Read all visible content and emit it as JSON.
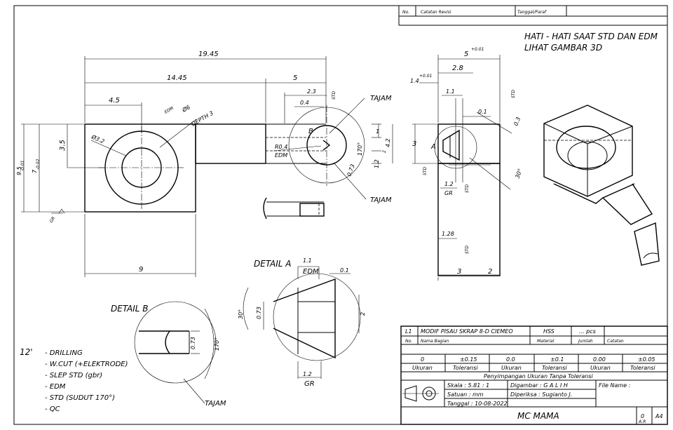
{
  "notes": {
    "warning_line1": "HATI - HATI SAAT STD DAN EDM",
    "warning_line2": "LIHAT GAMBAR 3D",
    "time": "12'",
    "process": [
      "- DRILLING",
      "- W.CUT (+ELEKTRODE)",
      "- SLEP STD (gbr)",
      "- EDM",
      "- STD (SUDUT 170°)",
      "- QC"
    ]
  },
  "revision": {
    "col_no": "No.",
    "col_note": "Catatan Revisi",
    "col_date": "Tanggal/Paraf"
  },
  "labels": {
    "detail_a": "DETAIL A",
    "detail_b": "DETAIL B",
    "tajam": "TAJAM",
    "edm": "EDM",
    "r04": "R0.4",
    "depth": "DEPTH 3",
    "phi6": "Ø6",
    "edm_small": "EDM",
    "phi32": "Ø3.2",
    "gr": "GR",
    "std": "STD",
    "a": "A",
    "b": "B"
  },
  "dims": {
    "d1945": "19.45",
    "d1445": "14.45",
    "d5": "5",
    "d45": "4.5",
    "d9": "9",
    "d35": "3.5",
    "d7": "7",
    "d7tol": "-0.02",
    "d7tol2": "-0.03",
    "d95": "9.5",
    "d95tol": "-0.01",
    "d95tol2": "-0.02",
    "d23": "2.3",
    "d04": "0.4",
    "d1": "1",
    "d42": "4.2",
    "d12": "1.2",
    "d2": "2",
    "d2tol": "-0.01",
    "d2tol2": "-0.02",
    "d170": "170°",
    "d073": "0.73",
    "d50": "5",
    "d50tol": "+0.01",
    "d50tol2": "0",
    "d28": "2.8",
    "d14": "1.4",
    "d14tol": "+0.01",
    "d14tol2": "0",
    "d11": "1.1",
    "d01": "0.1",
    "d03": "0.3",
    "d3": "3",
    "d30": "30°",
    "d128": "1.28",
    "d3b": "3",
    "d2b": "2"
  },
  "title_block": {
    "item_no": "L1",
    "part_name": "MODIF PISAU SKRAP 8-D CIEMEO",
    "material": "HSS",
    "qty": "... pcs",
    "h_no": "No.",
    "h_name": "Nama Bagian",
    "h_material": "Material",
    "h_qty": "Jumlah",
    "h_note": "Catatan",
    "tol_values": [
      "0",
      "±0.15",
      "0.0",
      "±0.1",
      "0.00",
      "±0.05"
    ],
    "tol_headers": [
      "Ukuran",
      "Toleransi",
      "Ukuran",
      "Toleransi",
      "Ukuran",
      "Toleransi"
    ],
    "tol_caption": "Penyimpangan Ukuran Tanpa Toleransi",
    "scale": "Skala    : 5.81 : 1",
    "unit": "Satuan   : mm",
    "date": "Tanggal : 10-08-2022",
    "drawn": "Digambar : G A L I H",
    "checked": "Diperiksa : Sugianto J.",
    "file": "File Name :",
    "company": "MC MAMA",
    "sheet_no": "0",
    "sheet_sub": "A.R",
    "size": "A4"
  }
}
